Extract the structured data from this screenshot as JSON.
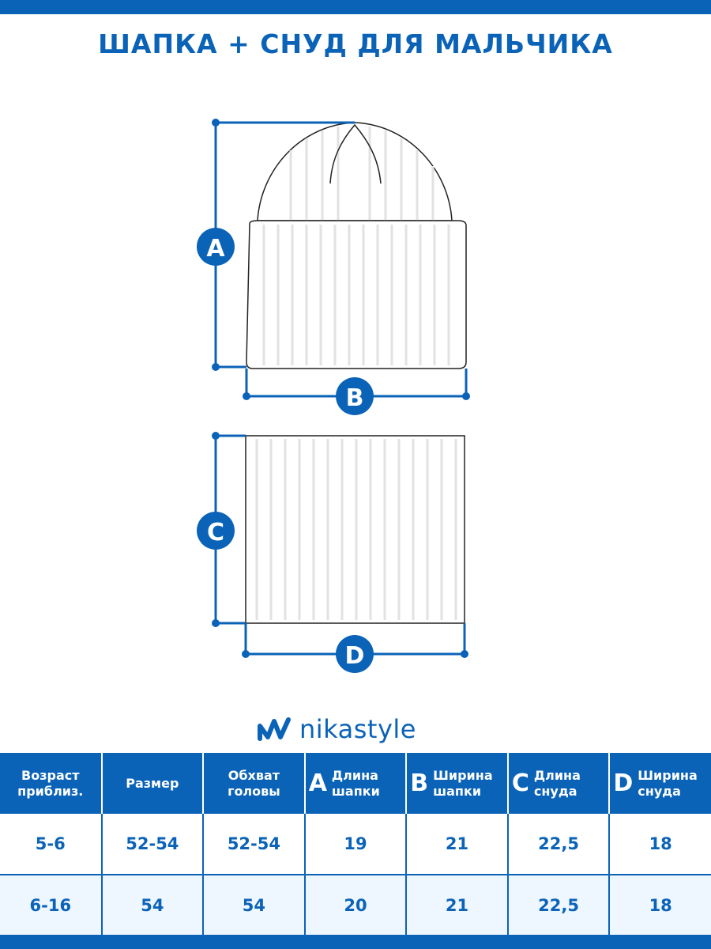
{
  "title": "ШАПКА + СНУД ДЛЯ МАЛЬЧИКА",
  "brand": {
    "name": "nikastyle",
    "color": "#0b63b8"
  },
  "dimension_markers": [
    "A",
    "B",
    "C",
    "D"
  ],
  "table": {
    "headers": [
      {
        "letter": "",
        "text": "Возраст приблиз."
      },
      {
        "letter": "",
        "text": "Размер"
      },
      {
        "letter": "",
        "text": "Обхват головы"
      },
      {
        "letter": "A",
        "text": "Длина шапки"
      },
      {
        "letter": "B",
        "text": "Ширина шапки"
      },
      {
        "letter": "C",
        "text": "Длина снуда"
      },
      {
        "letter": "D",
        "text": "Ширина снуда"
      }
    ],
    "rows": [
      [
        "5-6",
        "52-54",
        "52-54",
        "19",
        "21",
        "22,5",
        "18"
      ],
      [
        "6-16",
        "54",
        "54",
        "20",
        "21",
        "22,5",
        "18"
      ]
    ]
  }
}
